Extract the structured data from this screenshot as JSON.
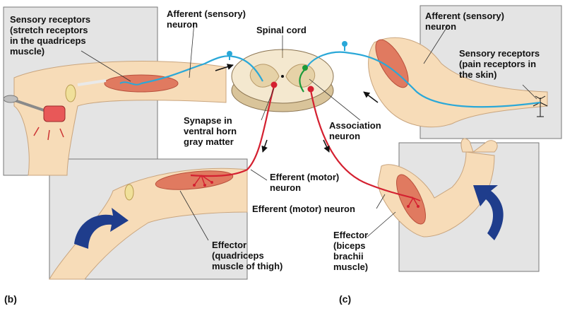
{
  "panel_tags": {
    "b": "(b)",
    "c": "(c)"
  },
  "labels": {
    "sensory_receptors_stretch": "Sensory receptors\n(stretch receptors\nin the quadriceps\nmuscle)",
    "afferent_left": "Afferent (sensory)\nneuron",
    "spinal_cord": "Spinal cord",
    "afferent_right": "Afferent (sensory)\nneuron",
    "sensory_receptors_pain": "Sensory receptors\n(pain receptors in\nthe skin)",
    "synapse": "Synapse in\nventral horn\ngray matter",
    "association_neuron": "Association\nneuron",
    "efferent_left": "Efferent (motor)\nneuron",
    "efferent_right": "Efferent (motor) neuron",
    "effector_quadriceps": "Effector\n(quadriceps\nmuscle of thigh)",
    "effector_biceps": "Effector\n(biceps\nbrachii\nmuscle)"
  },
  "colors": {
    "afferent": "#2aa8d8",
    "efferent": "#d42030",
    "association": "#1a9a3a",
    "muscle": "#e07a60",
    "skin": "#f7dcb8",
    "panel": "#e4e4e4",
    "arrow": "#1f3d8c"
  },
  "icons": {
    "reflex_hammer": "reflex-hammer-icon",
    "movement_arrow": "curved-arrow-icon"
  }
}
